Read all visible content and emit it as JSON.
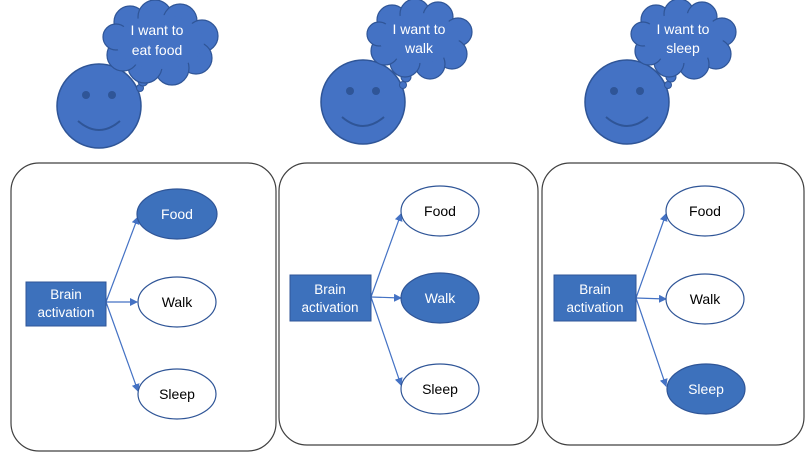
{
  "colors": {
    "blue_fill": "#4472C4",
    "dark_fill": "#3D71BC",
    "outline": "#2F5597",
    "panel_border": "#404040",
    "arrow": "#4472C4",
    "white": "#FFFFFF",
    "text_dark": "#000000"
  },
  "panels": [
    {
      "thought": {
        "line1": "I want to",
        "line2": "eat food"
      },
      "source": {
        "line1": "Brain",
        "line2": "activation"
      },
      "options": [
        {
          "label": "Food",
          "active": true
        },
        {
          "label": "Walk",
          "active": false
        },
        {
          "label": "Sleep",
          "active": false
        }
      ]
    },
    {
      "thought": {
        "line1": "I want to",
        "line2": "walk"
      },
      "source": {
        "line1": "Brain",
        "line2": "activation"
      },
      "options": [
        {
          "label": "Food",
          "active": false
        },
        {
          "label": "Walk",
          "active": true
        },
        {
          "label": "Sleep",
          "active": false
        }
      ]
    },
    {
      "thought": {
        "line1": "I want to",
        "line2": "sleep"
      },
      "source": {
        "line1": "Brain",
        "line2": "activation"
      },
      "options": [
        {
          "label": "Food",
          "active": false
        },
        {
          "label": "Walk",
          "active": false
        },
        {
          "label": "Sleep",
          "active": true
        }
      ]
    }
  ]
}
